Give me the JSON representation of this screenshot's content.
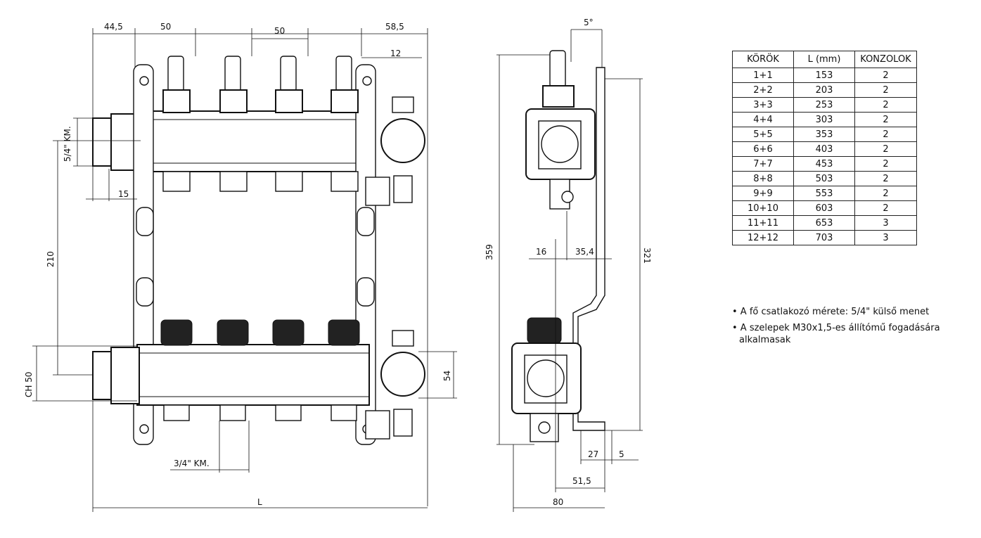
{
  "front_view": {
    "dims": {
      "d44_5": "44,5",
      "d50_left": "50",
      "d50_mid": "50",
      "d58_5": "58,5",
      "d12": "12",
      "thread_54": "5/4\" KM.",
      "d15": "15",
      "d210": "210",
      "ch50": "CH 50",
      "d54": "54",
      "thread_34": "3/4\" KM.",
      "length_L": "L"
    }
  },
  "side_view": {
    "dims": {
      "angle5": "5°",
      "d359": "359",
      "d321": "321",
      "d16": "16",
      "d35_4": "35,4",
      "d27": "27",
      "d5": "5",
      "d51_5": "51,5",
      "d80": "80"
    }
  },
  "table": {
    "headers": [
      "KÖRÖK",
      "L (mm)",
      "KONZOLOK"
    ],
    "rows": [
      [
        "1+1",
        "153",
        "2"
      ],
      [
        "2+2",
        "203",
        "2"
      ],
      [
        "3+3",
        "253",
        "2"
      ],
      [
        "4+4",
        "303",
        "2"
      ],
      [
        "5+5",
        "353",
        "2"
      ],
      [
        "6+6",
        "403",
        "2"
      ],
      [
        "7+7",
        "453",
        "2"
      ],
      [
        "8+8",
        "503",
        "2"
      ],
      [
        "9+9",
        "553",
        "2"
      ],
      [
        "10+10",
        "603",
        "2"
      ],
      [
        "11+11",
        "653",
        "3"
      ],
      [
        "12+12",
        "703",
        "3"
      ]
    ]
  },
  "notes": [
    "• A fő csatlakozó mérete: 5/4\" külső menet",
    "• A szelepek M30x1,5-es állítómű fogadására alkalmasak"
  ]
}
